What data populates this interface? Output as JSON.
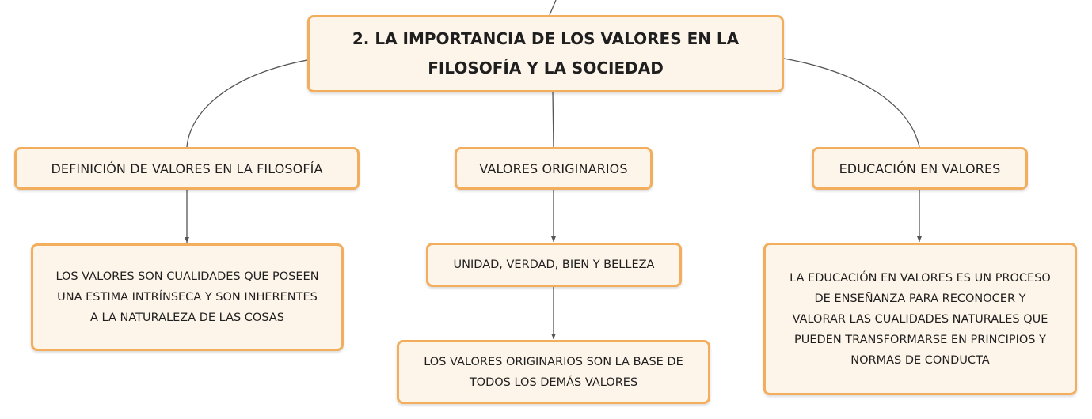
{
  "root": {
    "line1": "2. LA IMPORTANCIA DE LOS VALORES EN LA",
    "line2": "FILOSOFÍA Y LA SOCIEDAD"
  },
  "branches": [
    {
      "label": "DEFINICIÓN DE VALORES EN LA FILOSOFÍA",
      "children": [
        [
          "LOS VALORES SON CUALIDADES QUE POSEEN",
          "UNA ESTIMA INTRÍNSECA Y SON INHERENTES",
          "A LA NATURALEZA DE LAS COSAS"
        ]
      ]
    },
    {
      "label": "VALORES ORIGINARIOS",
      "children": [
        [
          "UNIDAD, VERDAD, BIEN Y BELLEZA"
        ],
        [
          "LOS VALORES ORIGINARIOS SON LA BASE DE",
          "TODOS LOS DEMÁS VALORES"
        ]
      ]
    },
    {
      "label": "EDUCACIÓN EN VALORES",
      "children": [
        [
          "LA EDUCACIÓN EN VALORES ES UN PROCESO",
          "DE ENSEÑANZA PARA RECONOCER Y",
          "VALORAR LAS CUALIDADES NATURALES QUE",
          "PUEDEN TRANSFORMARSE EN PRINCIPIOS Y",
          "NORMAS DE CONDUCTA"
        ]
      ]
    }
  ],
  "colors": {
    "node_fill": "#fef5ea",
    "node_border": "#f2ae5c",
    "connector": "#555555"
  }
}
